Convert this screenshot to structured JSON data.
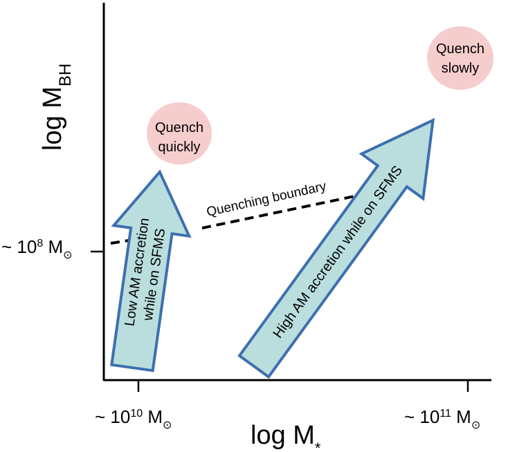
{
  "axes": {
    "y_label_main": "log M",
    "y_label_sub": "BH",
    "x_label_main": "log M",
    "x_label_sub": "*",
    "y_tick": {
      "prefix": "~ 10",
      "exp": "8",
      "unit": " M",
      "sun": "⊙"
    },
    "x_tick_1": {
      "prefix": "~ 10",
      "exp": "10",
      "unit": " M",
      "sun": "⊙"
    },
    "x_tick_2": {
      "prefix": "~ 10",
      "exp": "11",
      "unit": " M",
      "sun": "⊙"
    }
  },
  "boundary_label": "Quenching boundary",
  "arrows": {
    "low": {
      "line1": "Low AM accretion",
      "line2": "while on SFMS"
    },
    "high": {
      "line1": "High AM accretion while on SFMS"
    }
  },
  "bubbles": {
    "quick": {
      "line1": "Quench",
      "line2": "quickly"
    },
    "slow": {
      "line1": "Quench",
      "line2": "slowly"
    }
  },
  "colors": {
    "arrow_fill": "#b9dedd",
    "arrow_stroke": "#3d6fb0",
    "bubble_fill": "#f6cdcd",
    "axis": "#000000"
  }
}
